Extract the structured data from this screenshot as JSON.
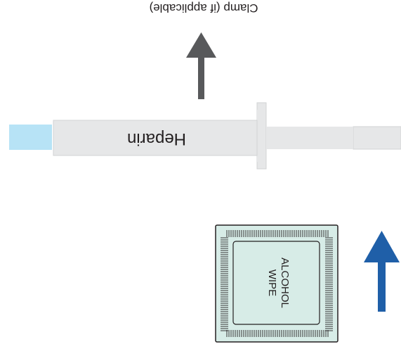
{
  "diagram": {
    "orientation": "upside-down",
    "clamp_label": "Clamp (if applicable)",
    "syringe_label": "Heparin",
    "wipe_label_line1": "ALCOHOL",
    "wipe_label_line2": "WIPE",
    "colors": {
      "syringe_body": "#e6e7e8",
      "syringe_tip": "#b7e3f6",
      "syringe_edge": "#d1d3d4",
      "clamp_arrow": "#58595b",
      "blue_arrow": "#1f5fa8",
      "wipe_fill": "#d7ece7",
      "wipe_stroke": "#231f20",
      "text": "#231f20"
    },
    "icons": [
      "syringe-icon",
      "clamp-arrow-icon",
      "alcohol-wipe-icon",
      "direction-arrow-icon"
    ]
  }
}
